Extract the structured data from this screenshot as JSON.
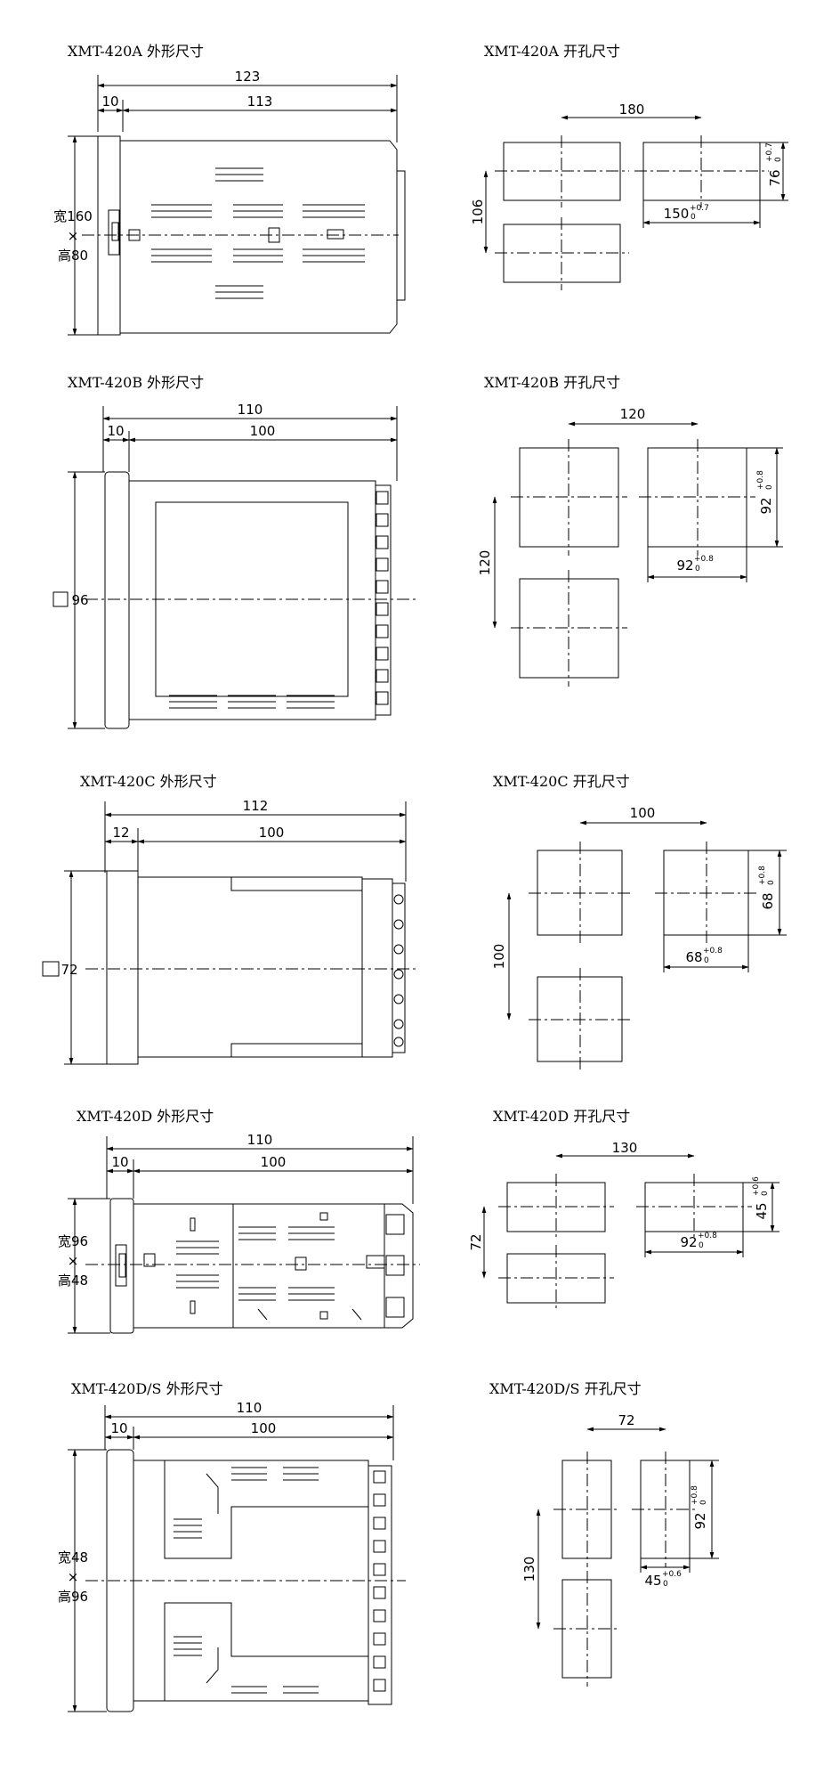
{
  "titles": {
    "a_outer": "XMT-420A 外形尺寸",
    "a_cut": "XMT-420A 开孔尺寸",
    "b_outer": "XMT-420B 外形尺寸",
    "b_cut": "XMT-420B 开孔尺寸",
    "c_outer": "XMT-420C 外形尺寸",
    "c_cut": "XMT-420C 开孔尺寸",
    "d_outer": "XMT-420D 外形尺寸",
    "d_cut": "XMT-420D 开孔尺寸",
    "ds_outer": "XMT-420D/S 外形尺寸",
    "ds_cut": "XMT-420D/S 开孔尺寸"
  },
  "dims": {
    "a": {
      "total": "123",
      "bezel": "10",
      "body": "113",
      "h1": "宽160",
      "x": "×",
      "h2": "高80",
      "pitch_x": "180",
      "pitch_y": "106",
      "cut_w": "150",
      "cut_w_tol": "+0.7",
      "cut_w_tol0": "0",
      "cut_h": "76",
      "cut_h_tol": "+0.7",
      "cut_h_tol0": "0"
    },
    "b": {
      "total": "110",
      "bezel": "10",
      "body": "100",
      "side": "96",
      "pitch_x": "120",
      "pitch_y": "120",
      "cut_w": "92",
      "cut_w_tol": "+0.8",
      "cut_w_tol0": "0",
      "cut_h": "92",
      "cut_h_tol": "+0.8",
      "cut_h_tol0": "0"
    },
    "c": {
      "total": "112",
      "bezel": "12",
      "body": "100",
      "side": "72",
      "pitch_x": "100",
      "pitch_y": "100",
      "cut_w": "68",
      "cut_w_tol": "+0.8",
      "cut_w_tol0": "0",
      "cut_h": "68",
      "cut_h_tol": "+0.8",
      "cut_h_tol0": "0"
    },
    "d": {
      "total": "110",
      "bezel": "10",
      "body": "100",
      "h1": "宽96",
      "x": "×",
      "h2": "高48",
      "pitch_x": "130",
      "pitch_y": "72",
      "cut_w": "92",
      "cut_w_tol": "+0.8",
      "cut_w_tol0": "0",
      "cut_h": "45",
      "cut_h_tol": "+0.6",
      "cut_h_tol0": "0"
    },
    "ds": {
      "total": "110",
      "bezel": "10",
      "body": "100",
      "h1": "宽48",
      "x": "×",
      "h2": "高96",
      "pitch_x": "72",
      "pitch_y": "130",
      "cut_w": "45",
      "cut_w_tol": "+0.6",
      "cut_w_tol0": "0",
      "cut_h": "92",
      "cut_h_tol": "+0.8",
      "cut_h_tol0": "0"
    }
  },
  "colors": {
    "line": "#000000",
    "background": "#ffffff"
  }
}
